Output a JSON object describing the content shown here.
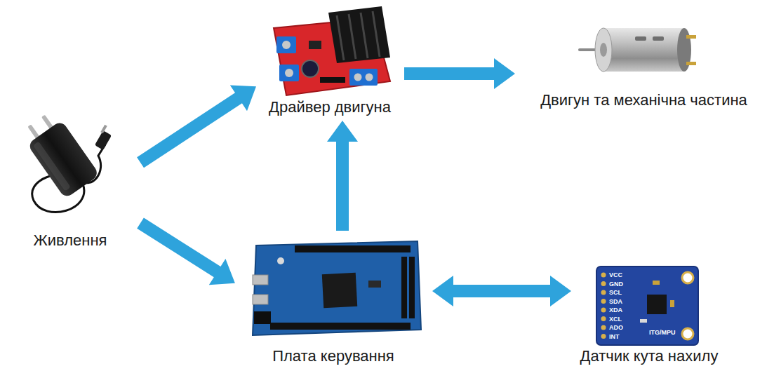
{
  "diagram": {
    "nodes": [
      {
        "text": [
          "Драйвер двигуна"
        ]
      },
      {
        "text": [
          "Двигун та механічна частина"
        ]
      },
      {
        "text": [
          "Живлення"
        ]
      },
      {
        "text": [
          "Плата керування"
        ]
      },
      {
        "text": [
          "Датчик кута нахилу"
        ]
      }
    ],
    "edges": [
      {
        "from": 2,
        "to": 0,
        "arrow": "to"
      },
      {
        "from": 2,
        "to": 3,
        "arrow": "to"
      },
      {
        "from": 3,
        "to": 0,
        "arrow": "to"
      },
      {
        "from": 0,
        "to": 1,
        "arrow": "to"
      },
      {
        "from": 3,
        "to": 4,
        "arrow": "both"
      }
    ],
    "labels": [
      "VCC",
      "GND",
      "SCL",
      "SDA",
      "XDA",
      "XCL",
      "ADO",
      "INT",
      "ITG/MPU"
    ]
  }
}
